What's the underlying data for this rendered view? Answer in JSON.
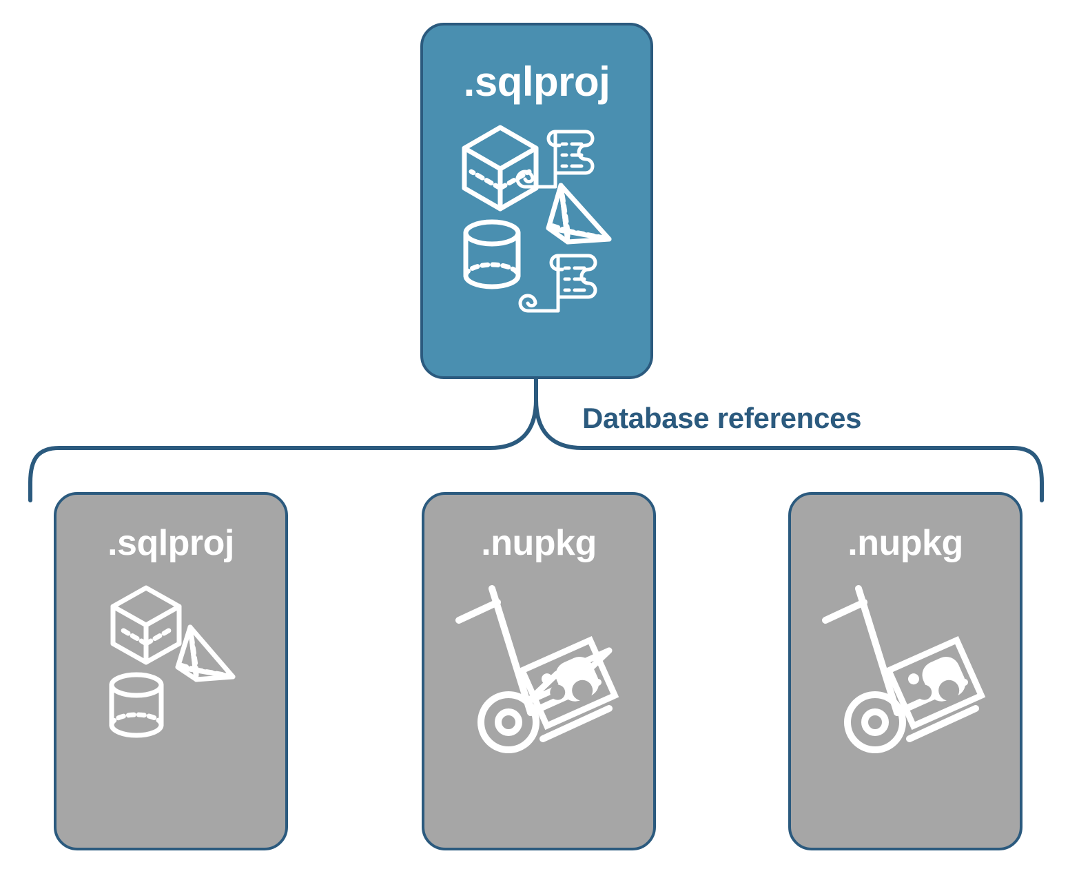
{
  "diagram": {
    "title_text": "Database references",
    "colors": {
      "accent_teal": "#4A8FB0",
      "border_navy": "#2B5A7E",
      "gray_fill": "#A6A6A6",
      "icon_white": "#FFFFFF",
      "background": "#FFFFFF"
    },
    "connector": {
      "name": "curly-brace",
      "label": "Database references"
    },
    "nodes": {
      "root": {
        "label": ".sqlproj",
        "fill": "teal",
        "icons": [
          "cube-icon",
          "scroll-icon",
          "pyramid-icon",
          "cylinder-icon",
          "scroll-icon"
        ]
      },
      "children": [
        {
          "label": ".sqlproj",
          "fill": "gray",
          "icons": [
            "cube-icon",
            "pyramid-icon",
            "cylinder-icon"
          ]
        },
        {
          "label": ".nupkg",
          "fill": "gray",
          "icons": [
            "hand-truck-package-icon"
          ]
        },
        {
          "label": ".nupkg",
          "fill": "gray",
          "icons": [
            "hand-truck-package-icon"
          ]
        }
      ]
    }
  }
}
